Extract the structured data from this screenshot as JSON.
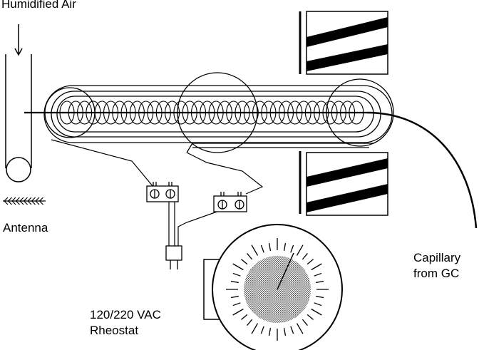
{
  "labels": {
    "air_inlet": "Humidified  Air",
    "antenna": "Antenna",
    "capillary_line1": "Capillary",
    "capillary_line2": "from  GC",
    "rheostat_line1": "120/220 VAC",
    "rheostat_line2": "Rheostat"
  },
  "colors": {
    "ink": "#000000",
    "stipple": "#8a8a8a",
    "background": "#ffffff"
  }
}
